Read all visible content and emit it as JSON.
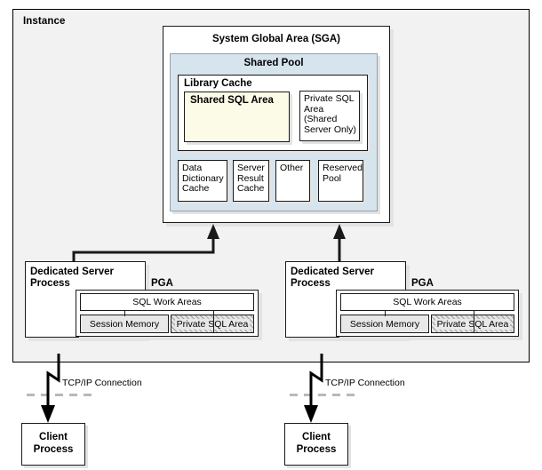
{
  "diagram": {
    "instance_label": "Instance",
    "sga": {
      "title": "System Global Area (SGA)",
      "shared_pool": {
        "title": "Shared Pool",
        "library_cache": {
          "title": "Library Cache",
          "shared_sql_area": "Shared SQL Area",
          "private_sql_area": "Private SQL Area (Shared Server Only)"
        },
        "components": [
          "Data Dictionary Cache",
          "Server Result Cache",
          "Other",
          "Reserved Pool"
        ]
      }
    },
    "server_processes": [
      {
        "title": "Dedicated Server Process",
        "pga_title": "PGA",
        "sql_work_areas": "SQL Work Areas",
        "session_memory": "Session Memory",
        "private_sql_area": "Private SQL Area"
      },
      {
        "title": "Dedicated Server Process",
        "pga_title": "PGA",
        "sql_work_areas": "SQL Work Areas",
        "session_memory": "Session Memory",
        "private_sql_area": "Private SQL Area"
      }
    ],
    "connections": [
      {
        "label": "TCP/IP Connection"
      },
      {
        "label": "TCP/IP Connection"
      }
    ],
    "clients": [
      {
        "title": "Client Process"
      },
      {
        "title": "Client Process"
      }
    ],
    "colors": {
      "instance_bg": "#f2f2f2",
      "shared_pool_bg": "#d6e4ee",
      "shared_sql_area_bg": "#fcfbe7",
      "session_memory_bg": "#e8e8e8",
      "stroke": "#1a1a1a"
    }
  }
}
